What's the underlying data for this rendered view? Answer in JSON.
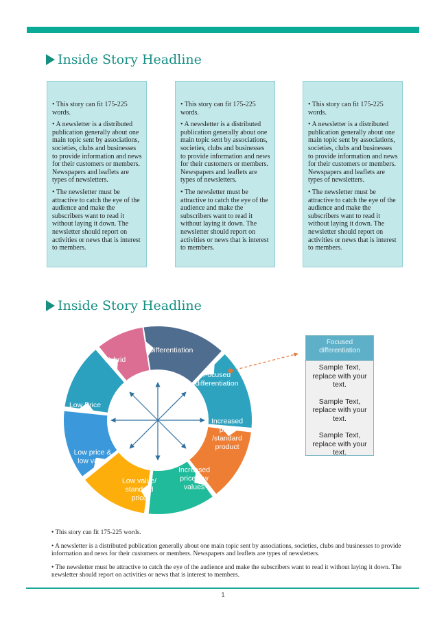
{
  "colors": {
    "accent": "#0aab96",
    "headline": "#168f83",
    "box_bg": "#c3e8ea"
  },
  "section1": {
    "headline": "Inside Story Headline",
    "boxes": [
      {
        "p1": "• This story can fit 175-225 words.",
        "p2": "• A newsletter is a distributed publication generally about one main topic sent by associations, societies, clubs and businesses to provide information and news for their customers or members. Newspapers and leaflets are types of newsletters.",
        "p3": "• The newsletter must be attractive to catch the eye of the audience and make the subscribers want to read it without laying it down. The newsletter should report on activities or news that is interest to members."
      },
      {
        "p1": "• This story can fit 175-225 words.",
        "p2": "• A newsletter is a distributed publication generally about one main topic sent by associations, societies, clubs and businesses to provide information and news for their customers or members. Newspapers and leaflets are types of newsletters.",
        "p3": "• The newsletter must be attractive to catch the eye of the audience and make the subscribers want to read it without laying it down. The newsletter should report on activities or news that is interest to members."
      },
      {
        "p1": "• This story can fit 175-225 words.",
        "p2": "• A newsletter is a distributed publication generally about one main topic sent by associations, societies, clubs and businesses to provide information and news for their customers or members. Newspapers and leaflets are types of newsletters.",
        "p3": "• The newsletter must be attractive to catch the eye of the audience and make the subscribers want to read it without laying it down. The newsletter should report on activities or news that is interest to members."
      }
    ]
  },
  "section2": {
    "headline": "Inside Story Headline",
    "diagram": {
      "segments": [
        {
          "label": "Differentiation",
          "lines": [
            "Differentiation"
          ],
          "color": "#4f6d8f"
        },
        {
          "label": "Focused differentiation",
          "lines": [
            "Focused",
            "differentiation"
          ],
          "color": "#2ea3c0"
        },
        {
          "label": "Increased price /standard product",
          "lines": [
            "Increased",
            "price",
            "/standard",
            "product"
          ],
          "color": "#ee7e33"
        },
        {
          "label": "Increased price/low values",
          "lines": [
            "Increased",
            "price/low",
            "values"
          ],
          "color": "#1fbb9a"
        },
        {
          "label": "Low value/ standard price",
          "lines": [
            "Low value/",
            "standard",
            "price"
          ],
          "color": "#fdae0b"
        },
        {
          "label": "Low price & low value",
          "lines": [
            "Low price &",
            "low value"
          ],
          "color": "#3b98da"
        },
        {
          "label": "Low Price",
          "lines": [
            "Low Price"
          ],
          "color": "#2ca0bf"
        },
        {
          "label": "Hybrid",
          "lines": [
            "Hybrid"
          ],
          "color": "#dc6e93"
        }
      ],
      "connector_color": "#e07a3a",
      "arrow_color": "#2f6f9f"
    },
    "callout": {
      "header": "Focused differentiation",
      "items": [
        "Sample Text, replace with your text.",
        "Sample Text, replace with your text.",
        "Sample Text, replace with your text."
      ]
    },
    "paragraphs": [
      "• This story can fit 175-225 words.",
      "• A newsletter is a distributed publication generally about one main topic sent by associations, societies, clubs and businesses to provide information and news for their customers or members.  Newspapers and leaflets are types of newsletters.",
      "• The newsletter must be attractive to catch the eye of the audience and make the subscribers want to read it without laying it down. The newsletter should report on activities or news that is interest to members."
    ]
  },
  "footer": {
    "page_number": "1"
  }
}
